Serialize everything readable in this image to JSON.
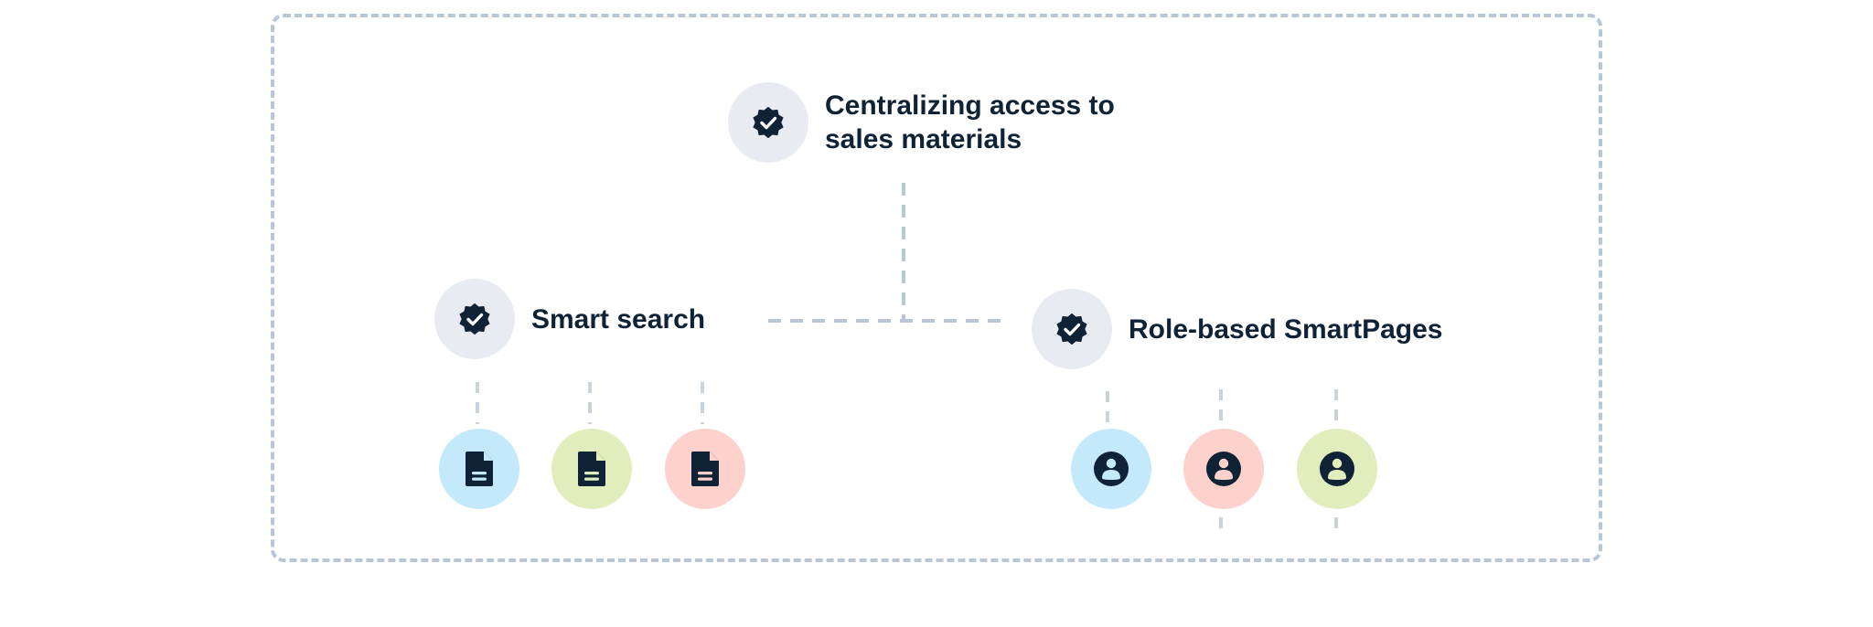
{
  "diagram": {
    "root": {
      "label_line1": "Centralizing access to",
      "label_line2": "sales materials",
      "icon": "verified-badge-icon"
    },
    "branches": [
      {
        "label": "Smart search",
        "icon": "verified-badge-icon",
        "children": [
          {
            "icon": "document-icon",
            "color": "#c3e9fb"
          },
          {
            "icon": "document-icon",
            "color": "#e2edbd"
          },
          {
            "icon": "document-icon",
            "color": "#fdd2cc"
          }
        ]
      },
      {
        "label": "Role-based SmartPages",
        "icon": "verified-badge-icon",
        "children": [
          {
            "icon": "user-avatar-icon",
            "color": "#c3e9fb"
          },
          {
            "icon": "user-avatar-icon",
            "color": "#fdd2cc"
          },
          {
            "icon": "user-avatar-icon",
            "color": "#e2edbd"
          }
        ]
      }
    ],
    "colors": {
      "badge_bg": "#e8ebf2",
      "ink": "#0f2236",
      "frame_dash": "#b8c7d8",
      "connector_dash": "#c9d3de"
    }
  }
}
